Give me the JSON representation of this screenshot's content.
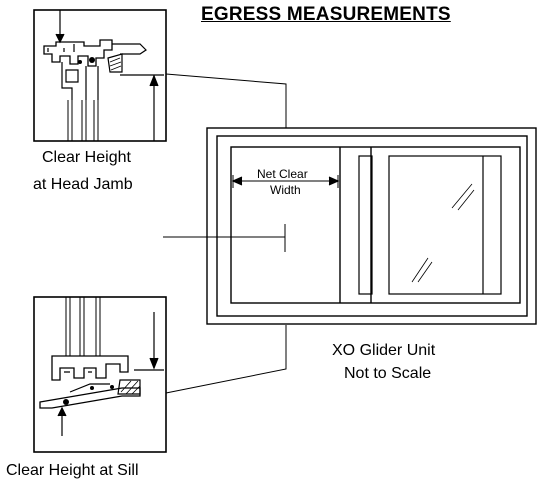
{
  "title": "EGRESS MEASUREMENTS",
  "labels": {
    "head_jamb_line1": "Clear Height",
    "head_jamb_line2": "at Head Jamb",
    "sill": "Clear Height at Sill",
    "net_clear_line1": "Net Clear",
    "net_clear_line2": "Width",
    "unit_line1": "XO Glider Unit",
    "unit_line2": "Not to Scale"
  }
}
